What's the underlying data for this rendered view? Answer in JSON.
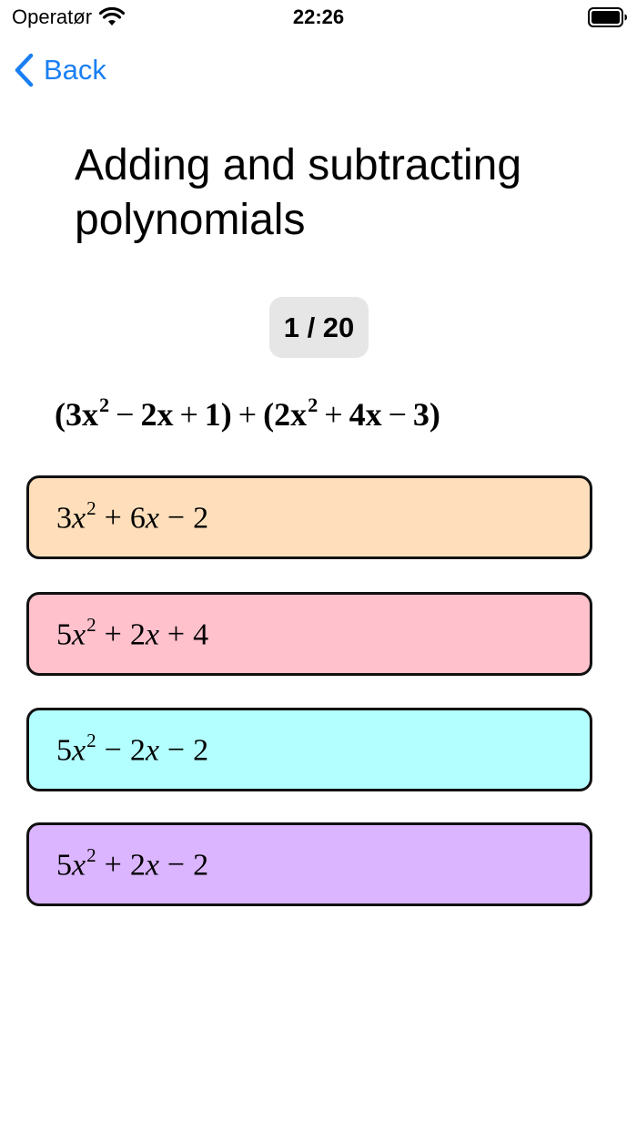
{
  "status_bar": {
    "carrier": "Operatør",
    "time": "22:26",
    "wifi_icon": "wifi-icon",
    "battery_icon": "battery-icon"
  },
  "nav": {
    "back_label": "Back",
    "back_icon": "chevron-left-icon",
    "accent_color": "#1a7ff3"
  },
  "title": "Adding and subtracting polynomials",
  "progress": {
    "current": 1,
    "total": 20,
    "label": "1 / 20"
  },
  "question": {
    "expression": "(3x² − 2x + 1) + (2x² + 4x − 3)",
    "parts": {
      "open1": "(",
      "a1": "3x",
      "e1": "2",
      "op1": "−",
      "b1": "2x",
      "op2": "+",
      "c1": "1",
      "close1": ")",
      "plus": "+",
      "open2": "(",
      "a2": "2x",
      "e2": "2",
      "op3": "+",
      "b2": "4x",
      "op4": "−",
      "c2": "3",
      "close2": ")"
    }
  },
  "answers": [
    {
      "text": "3x² + 6x − 2",
      "color": "#ffdfbb",
      "coef_a": "3",
      "var_a": "x",
      "exp": "2",
      "op1": "+",
      "coef_b": "6",
      "var_b": "x",
      "op2": "−",
      "const": "2"
    },
    {
      "text": "5x² + 2x + 4",
      "color": "#ffc1cc",
      "coef_a": "5",
      "var_a": "x",
      "exp": "2",
      "op1": "+",
      "coef_b": "2",
      "var_b": "x",
      "op2": "+",
      "const": "4"
    },
    {
      "text": "5x² − 2x − 2",
      "color": "#b3ffff",
      "coef_a": "5",
      "var_a": "x",
      "exp": "2",
      "op1": "−",
      "coef_b": "2",
      "var_b": "x",
      "op2": "−",
      "const": "2"
    },
    {
      "text": "5x² + 2x − 2",
      "color": "#dbb5ff",
      "coef_a": "5",
      "var_a": "x",
      "exp": "2",
      "op1": "+",
      "coef_b": "2",
      "var_b": "x",
      "op2": "−",
      "const": "2"
    }
  ]
}
